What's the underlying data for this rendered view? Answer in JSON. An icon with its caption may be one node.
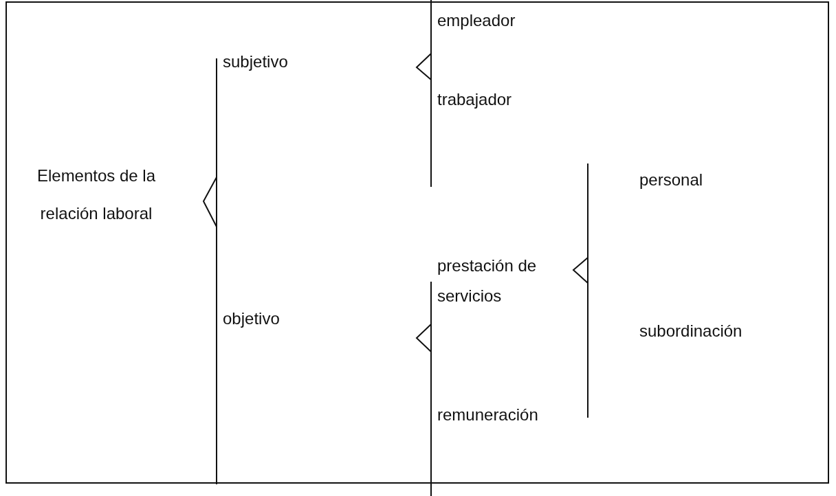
{
  "diagram": {
    "labels": [
      "empleador",
      "subjetivo",
      "trabajador",
      "Elementos de la relación laboral",
      "personal",
      "prestación de servicios",
      "objetivo",
      "subordinación",
      "remuneración"
    ]
  }
}
